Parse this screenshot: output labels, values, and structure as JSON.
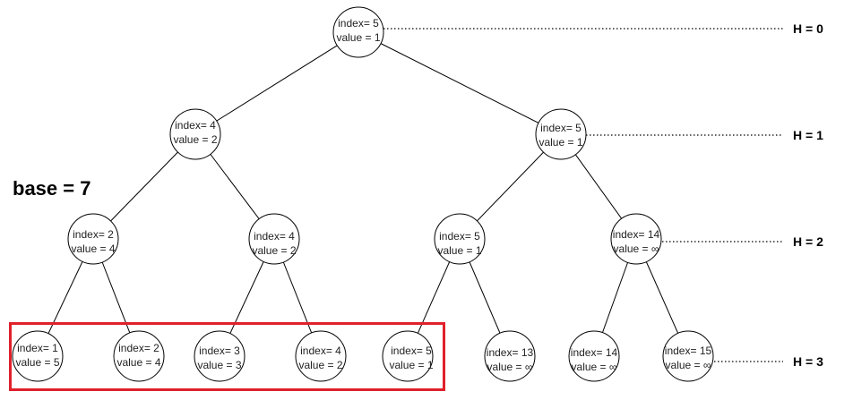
{
  "base_label": "base = 7",
  "colors": {
    "highlight": "#e0202a",
    "edge": "#000000",
    "node_fill": "#ffffff",
    "dotted": "#000000"
  },
  "nodes": [
    {
      "id": "h0-n0",
      "index": "index= 5",
      "value": "value = 1"
    },
    {
      "id": "h1-n0",
      "index": "index= 4",
      "value": "value = 2"
    },
    {
      "id": "h1-n1",
      "index": "index= 5",
      "value": "value = 1"
    },
    {
      "id": "h2-n0",
      "index": "index= 2",
      "value": "value = 4"
    },
    {
      "id": "h2-n1",
      "index": "index= 4",
      "value": "value = 2"
    },
    {
      "id": "h2-n2",
      "index": "index= 5",
      "value": "value = 1"
    },
    {
      "id": "h2-n3",
      "index": "index= 14",
      "value": "value = ∞"
    },
    {
      "id": "h3-n0",
      "index": "index= 1",
      "value": "value = 5"
    },
    {
      "id": "h3-n1",
      "index": "index= 2",
      "value": "value = 4"
    },
    {
      "id": "h3-n2",
      "index": "index= 3",
      "value": "value = 3"
    },
    {
      "id": "h3-n3",
      "index": "index= 4",
      "value": "value = 2"
    },
    {
      "id": "h3-n4",
      "index": "index= 5",
      "value": "value = 1"
    },
    {
      "id": "h3-n5",
      "index": "index= 13",
      "value": "value = ∞"
    },
    {
      "id": "h3-n6",
      "index": "index= 14",
      "value": "value = ∞"
    },
    {
      "id": "h3-n7",
      "index": "index= 15",
      "value": "value = ∞"
    }
  ],
  "levels": [
    {
      "label": "H = 0"
    },
    {
      "label": "H = 1"
    },
    {
      "label": "H = 2"
    },
    {
      "label": "H = 3"
    }
  ]
}
